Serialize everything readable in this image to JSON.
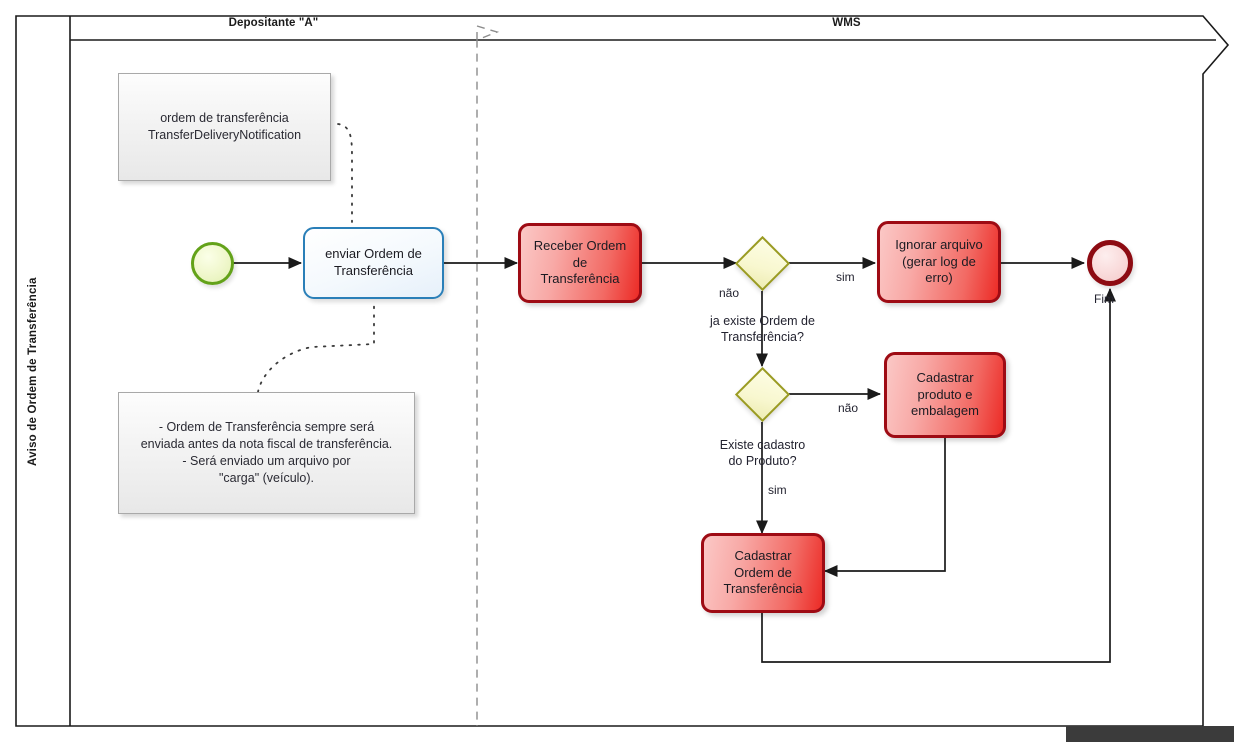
{
  "diagram": {
    "type": "bpmn-process",
    "pool_label": "Aviso de Ordem de Transferência",
    "lanes": [
      {
        "id": "lane-depositante",
        "label": "Depositante \"A\""
      },
      {
        "id": "lane-wms",
        "label": "WMS"
      }
    ]
  },
  "events": {
    "start": {
      "label": "",
      "kind": "start-event"
    },
    "end": {
      "label": "Fim",
      "kind": "end-event"
    }
  },
  "tasks": [
    {
      "id": "task-enviar",
      "label": "enviar Ordem de\nTransferência",
      "style": "blue"
    },
    {
      "id": "task-receber",
      "label": "Receber Ordem\nde\nTransferência",
      "style": "red"
    },
    {
      "id": "task-ignorar",
      "label": "Ignorar arquivo\n(gerar log de\nerro)",
      "style": "red"
    },
    {
      "id": "task-cadprod",
      "label": "Cadastrar\nproduto e\nembalagem",
      "style": "red"
    },
    {
      "id": "task-cadordem",
      "label": "Cadastrar\nOrdem de\nTransferência",
      "style": "red"
    }
  ],
  "gateways": [
    {
      "id": "gw-existe-ordem",
      "label": "ja existe Ordem de\nTransferência?"
    },
    {
      "id": "gw-existe-produto",
      "label": "Existe cadastro\ndo Produto?"
    }
  ],
  "flow_labels": {
    "gw1_sim": "sim",
    "gw1_nao": "não",
    "gw2_nao": "não",
    "gw2_sim": "sim"
  },
  "annotations": [
    {
      "id": "annot-documento",
      "text": "ordem de transferência\nTransferDeliveryNotification"
    },
    {
      "id": "annot-regras",
      "text": "- Ordem de Transferência sempre será\nenviada antes da nota fiscal de transferência.\n- Será enviado um arquivo por\n\"carga\" (veículo)."
    }
  ],
  "colors": {
    "task_red_border": "#9e0b14",
    "task_blue_border": "#2a7fb8",
    "gateway_border": "#9a9b22",
    "start_event": "#63a219",
    "end_event": "#8d0b12",
    "lane_divider": "#8c8c8c"
  }
}
